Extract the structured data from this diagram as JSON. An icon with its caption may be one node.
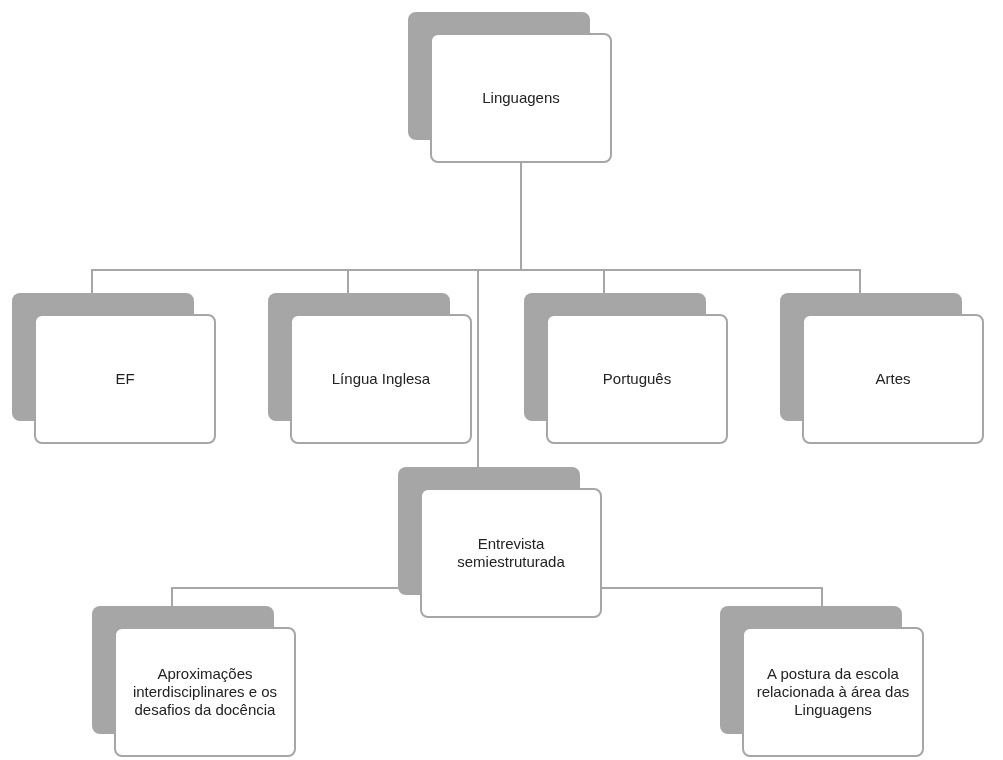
{
  "diagram": {
    "nodes": [
      {
        "text": [
          "Linguagens"
        ]
      },
      {
        "text": [
          "EF"
        ]
      },
      {
        "text": [
          "Língua Inglesa"
        ]
      },
      {
        "text": [
          "Português"
        ]
      },
      {
        "text": [
          "Artes"
        ]
      },
      {
        "text": [
          "Entrevista semiestruturada"
        ]
      },
      {
        "text": [
          "Aproximações interdisciplinares e os desafios da docência"
        ]
      },
      {
        "text": [
          "A postura da escola relacionada à área das Linguagens"
        ]
      }
    ],
    "edges": [
      {
        "from": 0,
        "to": 1,
        "arrow": "none"
      },
      {
        "from": 0,
        "to": 2,
        "arrow": "none"
      },
      {
        "from": 0,
        "to": 3,
        "arrow": "none"
      },
      {
        "from": 0,
        "to": 4,
        "arrow": "none"
      },
      {
        "from": 0,
        "to": 5,
        "arrow": "none"
      },
      {
        "from": 5,
        "to": 6,
        "arrow": "none"
      },
      {
        "from": 5,
        "to": 7,
        "arrow": "none"
      }
    ]
  }
}
